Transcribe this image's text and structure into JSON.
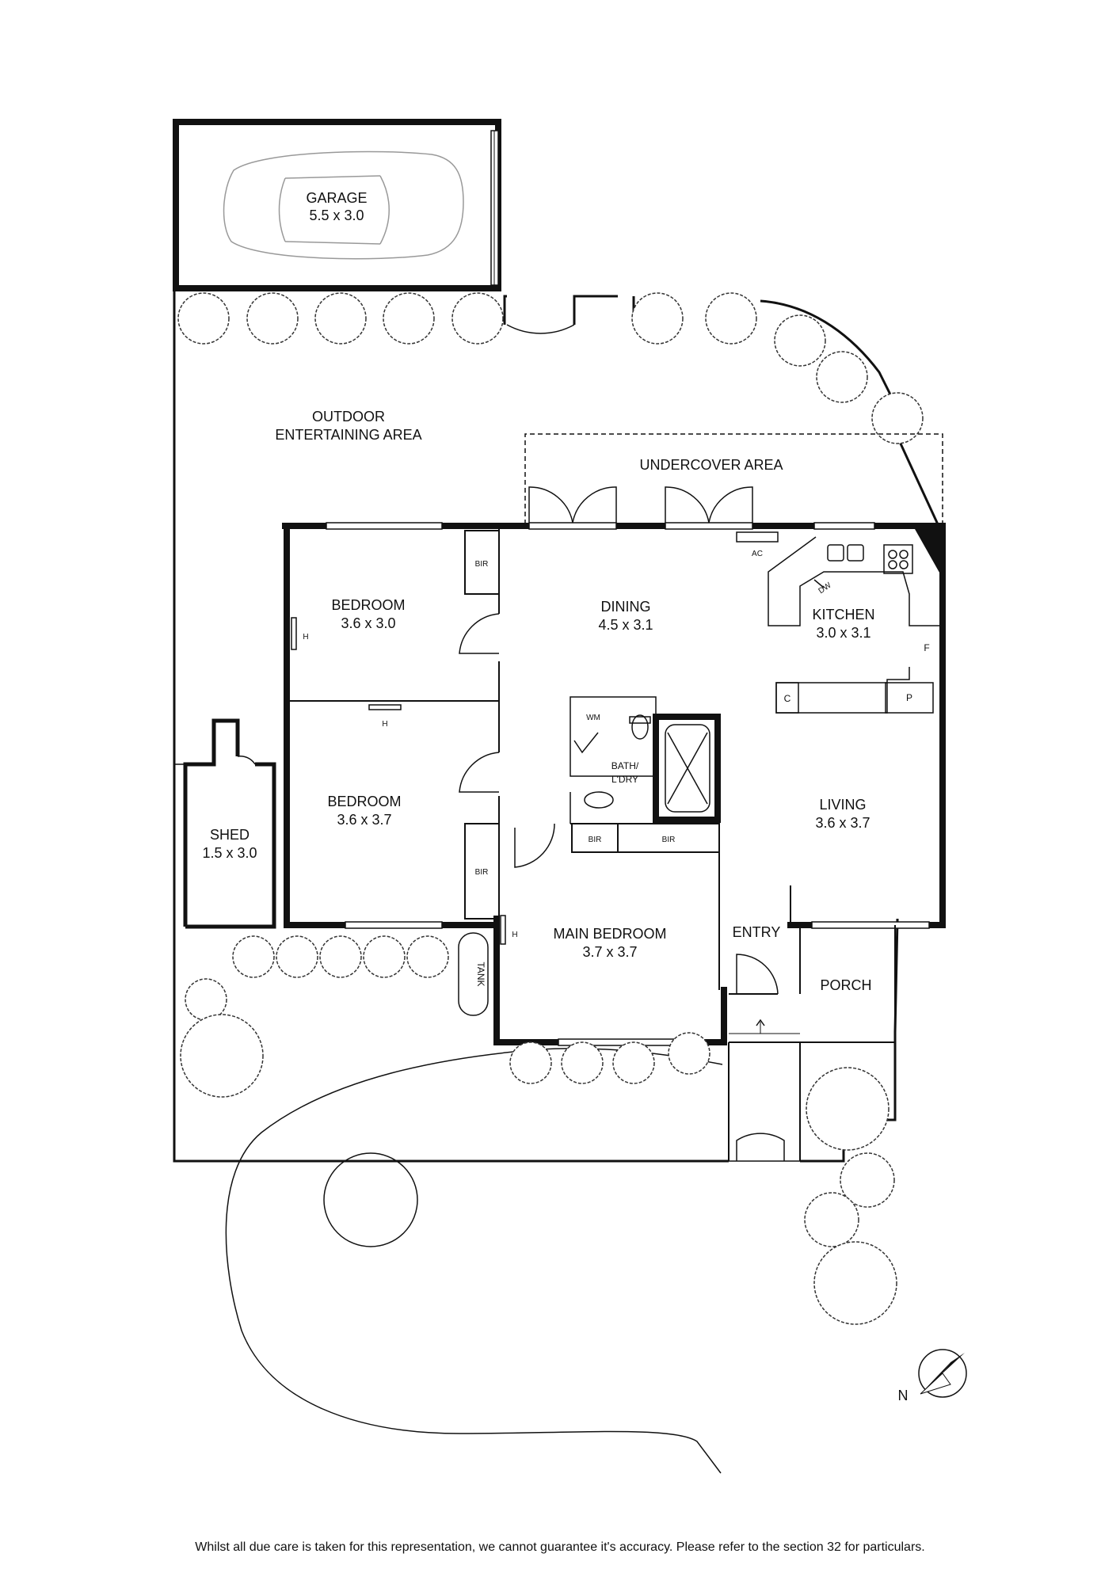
{
  "rooms": {
    "garage": {
      "name": "GARAGE",
      "dims": "5.5 x 3.0"
    },
    "outdoor": {
      "line1": "OUTDOOR",
      "line2": "ENTERTAINING AREA"
    },
    "undercover": {
      "name": "UNDERCOVER AREA"
    },
    "bedroom1": {
      "name": "BEDROOM",
      "dims": "3.6 x 3.0"
    },
    "dining": {
      "name": "DINING",
      "dims": "4.5 x 3.1"
    },
    "kitchen": {
      "name": "KITCHEN",
      "dims": "3.0 x 3.1"
    },
    "bedroom2": {
      "name": "BEDROOM",
      "dims": "3.6 x 3.7"
    },
    "bath": {
      "line1": "BATH/",
      "line2": "L'DRY"
    },
    "living": {
      "name": "LIVING",
      "dims": "3.6 x 3.7"
    },
    "shed": {
      "name": "SHED",
      "dims": "1.5 x 3.0"
    },
    "main_bedroom": {
      "name": "MAIN BEDROOM",
      "dims": "3.7 x 3.7"
    },
    "entry": {
      "name": "ENTRY"
    },
    "porch": {
      "name": "PORCH"
    }
  },
  "fixtures": {
    "bir": "BIR",
    "ac": "AC",
    "dw": "DW",
    "fridge": "F",
    "pantry": "P",
    "cupboard": "C",
    "wm": "WM",
    "heater": "H",
    "tank": "TANK"
  },
  "compass": {
    "north": "N"
  },
  "disclaimer": "Whilst all due care is taken for this representation, we cannot guarantee it's accuracy. Please refer to the section 32 for particulars."
}
